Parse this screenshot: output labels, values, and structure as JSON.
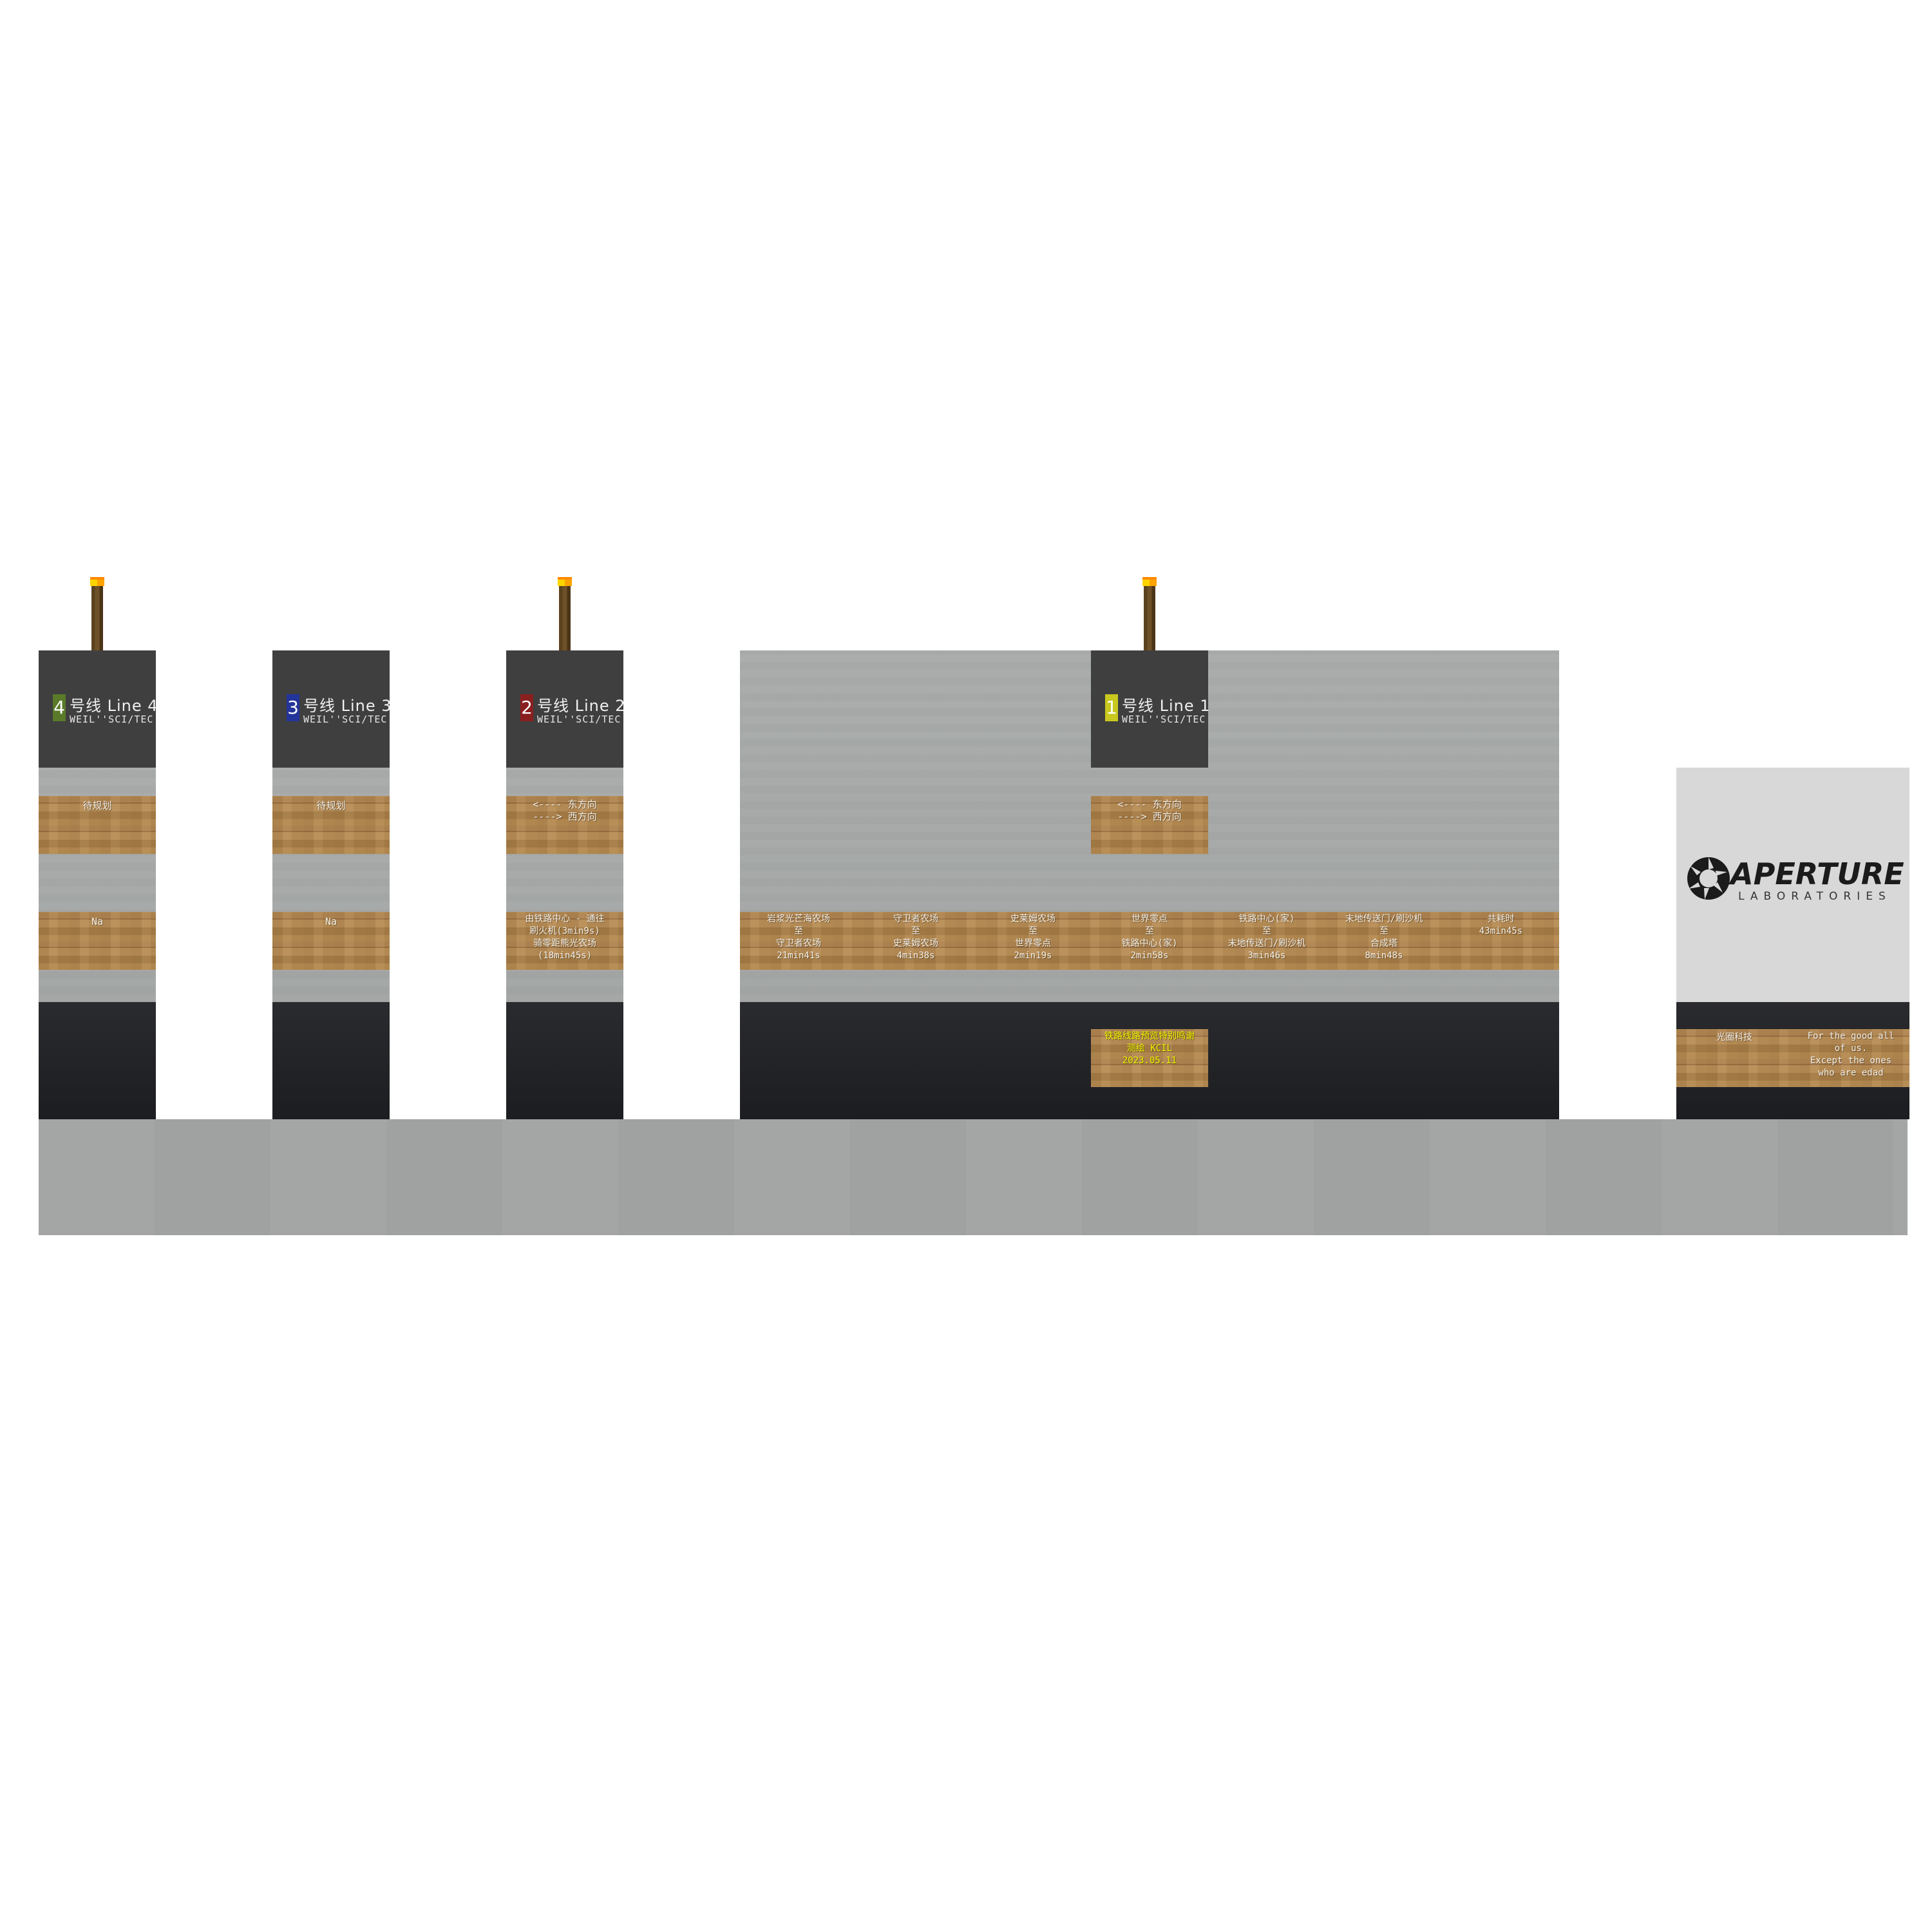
{
  "scene": {
    "description_colors": {
      "background": "#ffffff",
      "wall_grey": "#a6a9a8",
      "wall_dark": "#222326",
      "header_sign": "#3f3f3f",
      "wood": "#b08550"
    },
    "pillars": [
      {
        "line_number": "4",
        "line_title": "号线 Line 4",
        "badge_color": "#5a7a2a",
        "company": "WEIL''SCI/TEC",
        "sign_top": [
          "待规划"
        ],
        "sign_mid": [
          "Na"
        ],
        "has_torch": true
      },
      {
        "line_number": "3",
        "line_title": "号线 Line 3",
        "badge_color": "#23349a",
        "company": "WEIL''SCI/TEC",
        "sign_top": [
          "待规划"
        ],
        "sign_mid": [
          "Na"
        ],
        "has_torch": false
      },
      {
        "line_number": "2",
        "line_title": "号线 Line 2",
        "badge_color": "#8a1f1f",
        "company": "WEIL''SCI/TEC",
        "sign_top": [
          "<---- 东方向",
          "----> 西方向"
        ],
        "sign_mid": [
          "由铁路中心 - 通往",
          "刷火机(3min9s)",
          "骑零距熊光农场",
          "(18min45s)"
        ],
        "has_torch": true
      }
    ],
    "line1": {
      "line_number": "1",
      "line_title": "号线 Line 1",
      "badge_color": "#c8c81e",
      "company": "WEIL''SCI/TEC",
      "direction_sign": [
        "<---- 东方向",
        "----> 西方向"
      ],
      "stations": [
        {
          "from": "岩浆光芒海农场",
          "to": "守卫者农场",
          "time": "21min41s"
        },
        {
          "from": "守卫者农场",
          "to": "史莱姆农场",
          "time": "4min38s"
        },
        {
          "from": "史莱姆农场",
          "to": "世界零点",
          "time": "2min19s"
        },
        {
          "from": "世界零点",
          "to": "铁路中心(家)",
          "time": "2min58s"
        },
        {
          "from": "铁路中心(家)",
          "to": "末地传送门/刷沙机",
          "time": "3min46s"
        },
        {
          "from": "末地传送门/刷沙机",
          "to": "合成塔",
          "time": "8min48s"
        }
      ],
      "station_connector": "至",
      "total": {
        "label": "共耗时",
        "time": "43min45s"
      },
      "plaque": [
        "铁路线路预览特别鸣谢",
        "测绘 KCIL",
        "2023.05.11"
      ]
    },
    "aperture": {
      "logo_main": "APERTURE",
      "logo_sub": "LABORATORIES",
      "sign_left": "光圈科技",
      "sign_right": [
        "For the good all",
        "of us.",
        "Except the ones",
        "who are edad"
      ]
    }
  }
}
